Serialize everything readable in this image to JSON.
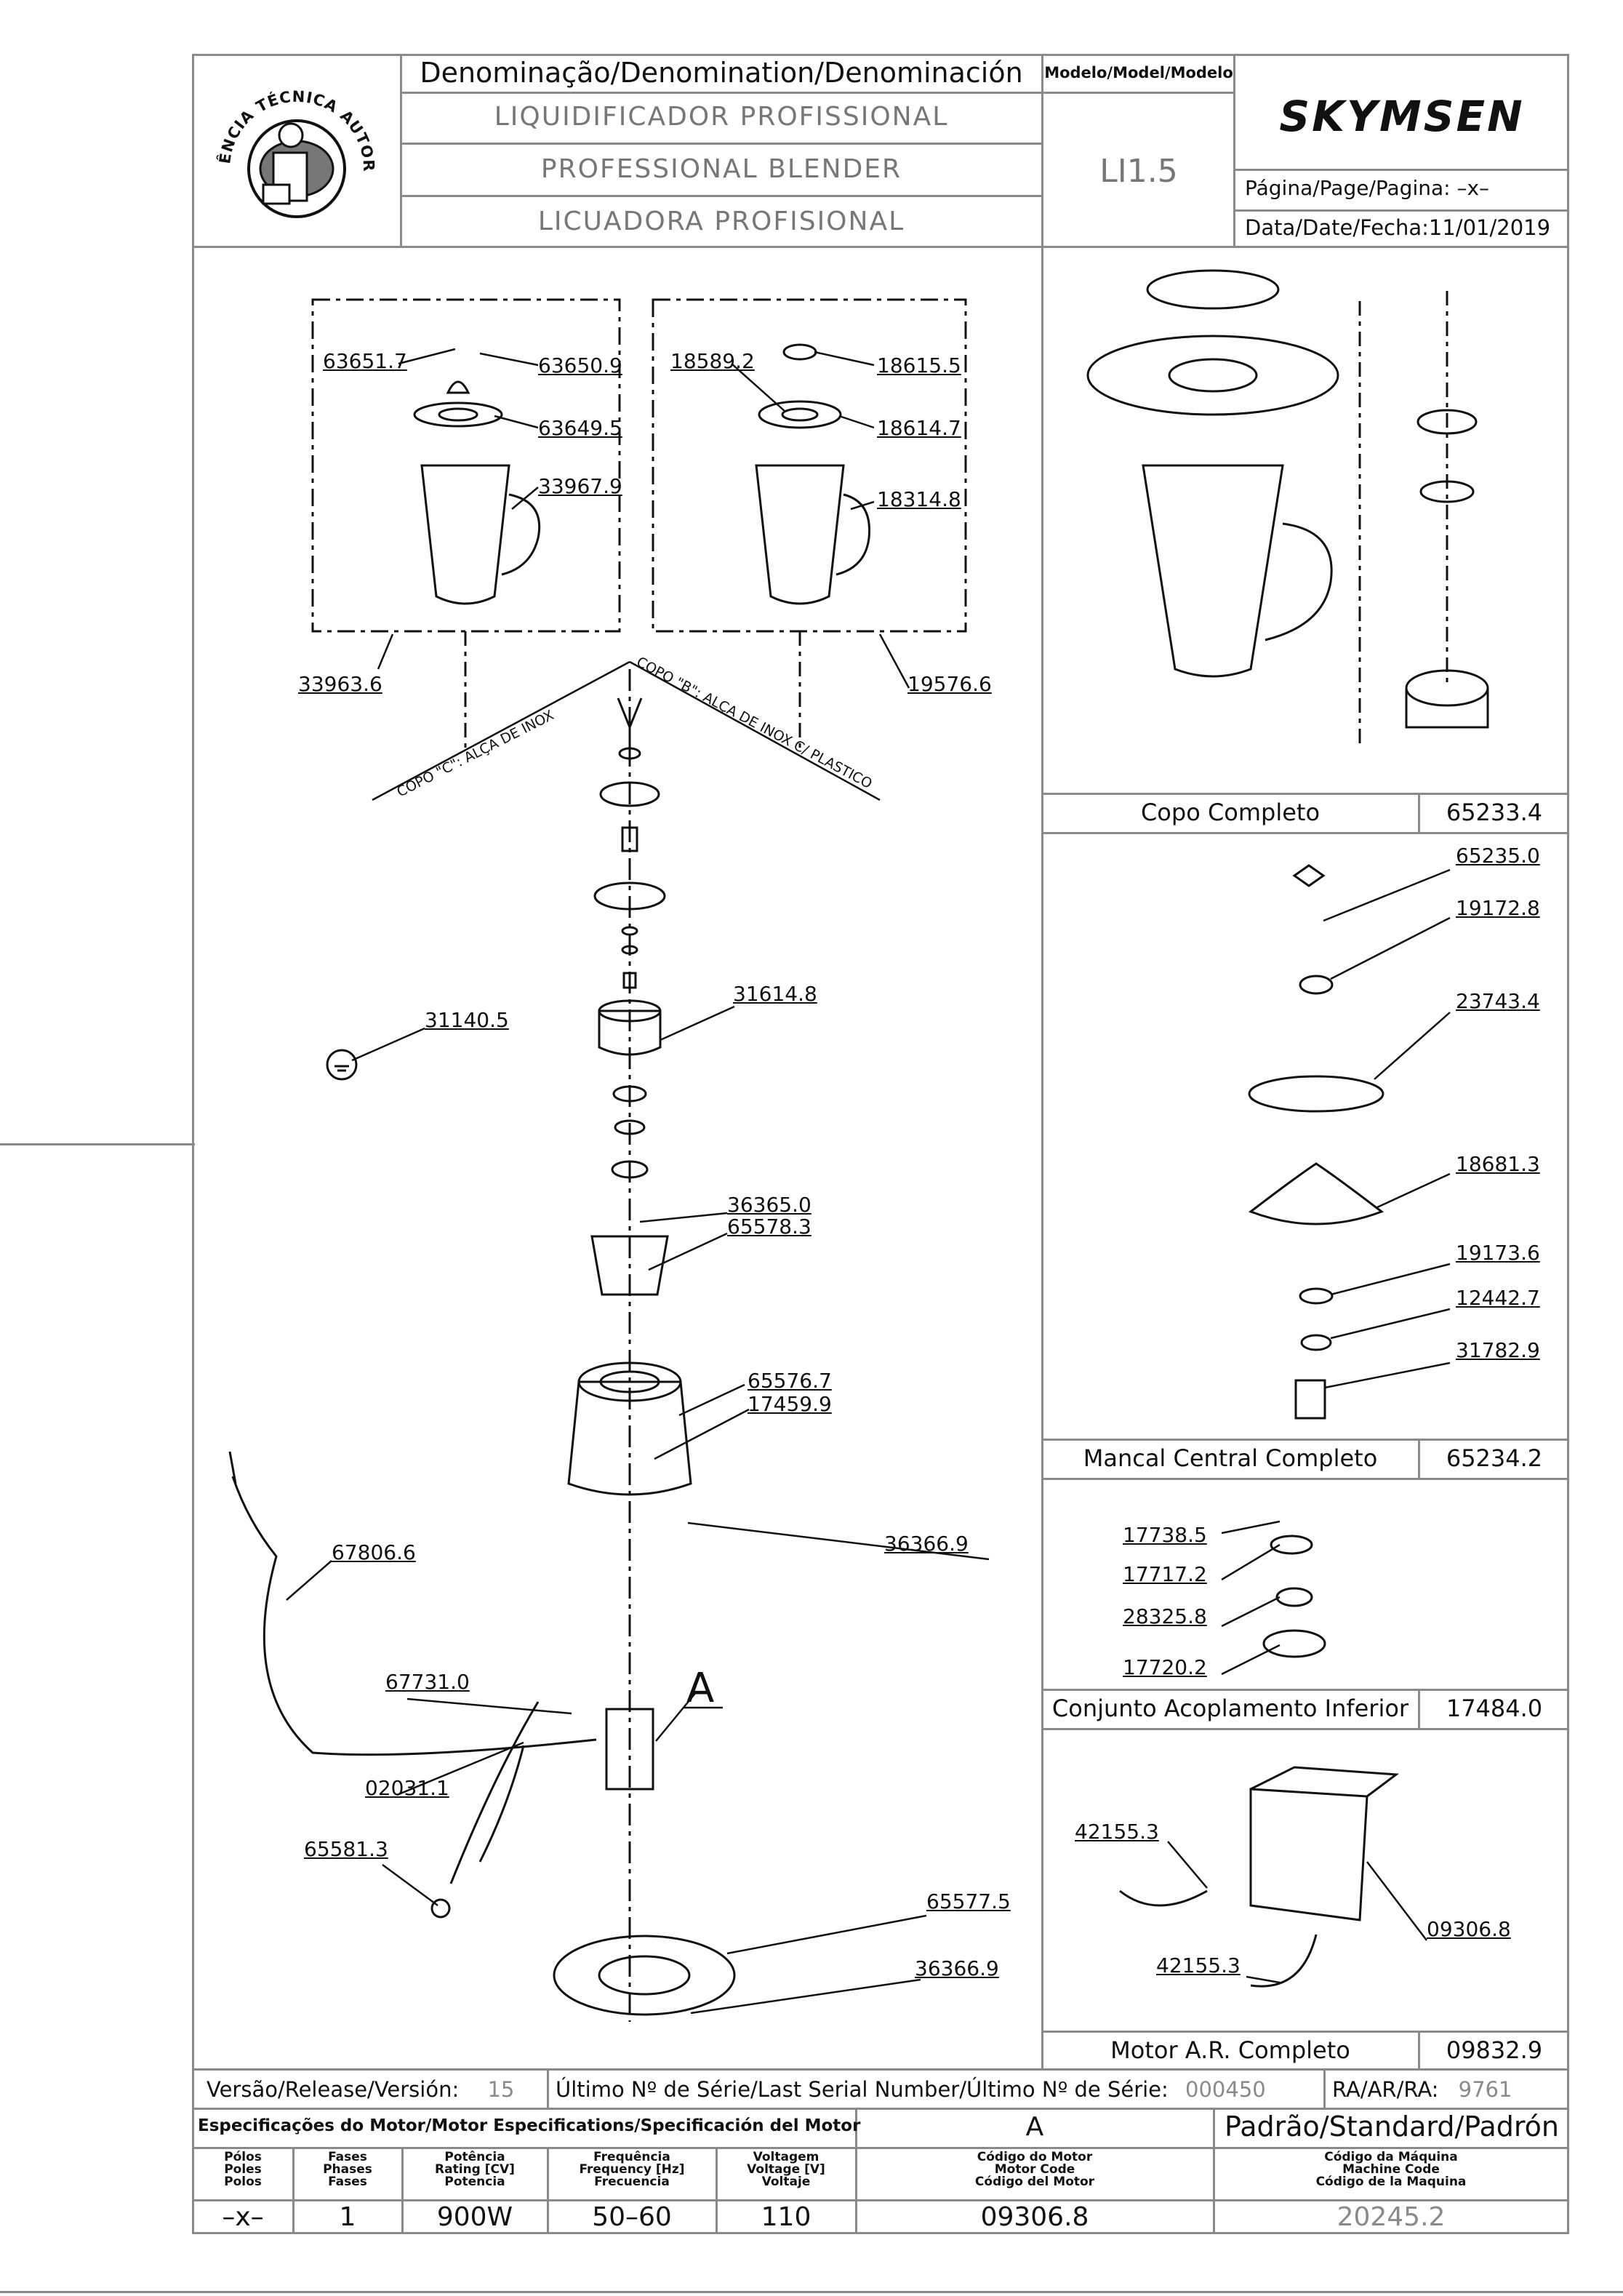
{
  "header": {
    "denomination_label": "Denominação/Denomination/Denominación",
    "name_pt": "LIQUIDIFICADOR PROFISSIONAL",
    "name_en": "PROFESSIONAL BLENDER",
    "name_es": "LICUADORA PROFISIONAL",
    "model_label": "Modelo/Model/Modelo",
    "model_value": "LI1.5",
    "brand": "SKYMSEN",
    "page_label": "Página/Page/Pagina:",
    "page_value": "–x–",
    "date_label": "Data/Date/Fecha:",
    "date_value": "11/01/2019",
    "seal_text": "ASSISTÊNCIA TÉCNICA AUTORIZADA"
  },
  "diagram": {
    "cup_c_label": "COPO \"C\": ALÇA DE INOX",
    "cup_b_label": "COPO \"B\": ALÇA DE INOX C/ PLASTICO",
    "motor_mark": "A",
    "parts": [
      "63651.7",
      "63650.9",
      "63649.5",
      "33967.9",
      "33963.6",
      "18589.2",
      "18615.5",
      "18614.7",
      "18314.8",
      "19576.6",
      "31614.8",
      "31140.5",
      "36365.0",
      "65578.3",
      "65576.7",
      "17459.9",
      "36366.9",
      "67806.6",
      "67731.0",
      "02031.1",
      "65581.3",
      "65577.5",
      "36366.9"
    ]
  },
  "assemblies": [
    {
      "name": "Copo Completo",
      "code": "65233.4",
      "parts": []
    },
    {
      "name": "Mancal Central Completo",
      "code": "65234.2",
      "parts": [
        "65235.0",
        "19172.8",
        "23743.4",
        "18681.3",
        "19173.6",
        "12442.7",
        "31782.9"
      ]
    },
    {
      "name": "Conjunto Acoplamento Inferior",
      "code": "17484.0",
      "parts": [
        "17738.5",
        "17717.2",
        "28325.8",
        "17720.2"
      ]
    },
    {
      "name": "Motor A.R. Completo",
      "code": "09832.9",
      "parts": [
        "42155.3",
        "09306.8",
        "42155.3"
      ]
    }
  ],
  "footer": {
    "version_label": "Versão/Release/Versión:",
    "version_value": "15",
    "serial_label": "Último Nº de Série/Last Serial Number/Último Nº de Série:",
    "serial_value": "000450",
    "ra_label": "RA/AR/RA:",
    "ra_value": "9761",
    "motor_spec_label": "Especificações do Motor/Motor Especifications/Specificación del Motor",
    "motor_spec_value": "A",
    "standard_label": "Padrão/Standard/Padrón",
    "spec_headers": {
      "poles": "Pólos\nPoles\nPolos",
      "phases": "Fases\nPhases\nFases",
      "rating": "Potência\nRating [CV]\nPotencia",
      "frequency": "Frequência\nFrequency [Hz]\nFrecuencia",
      "voltage": "Voltagem\nVoltage [V]\nVoltaje",
      "motor_code": "Código do Motor\nMotor Code\nCódigo del Motor",
      "machine_code": "Código da Máquina\nMachine Code\nCódigo de la Maquina"
    },
    "spec_values": {
      "poles": "–x–",
      "phases": "1",
      "rating": "900W",
      "frequency": "50–60",
      "voltage": "110",
      "motor_code": "09306.8",
      "machine_code": "20245.2"
    }
  }
}
